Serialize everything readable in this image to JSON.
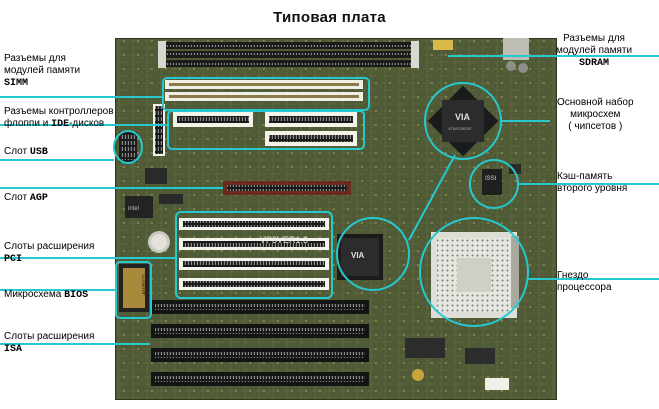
{
  "title": "Типовая плата",
  "callout_color": "#25c9cf",
  "board_color": "#4a5533",
  "labels": {
    "simm": {
      "line1": "Разъемы для",
      "line2": "модулей памяти",
      "line3": "SIMM"
    },
    "ide": {
      "line1": "Разъемы контроллеров",
      "line2a": "флоппи и ",
      "line2b": "IDE",
      "line2c": "-дисков"
    },
    "usb": {
      "text": "Слот ",
      "bold": "USB"
    },
    "agp": {
      "text": "Слот ",
      "bold": "AGP"
    },
    "pci": {
      "line1": "Слоты расширения",
      "line2": "PCI"
    },
    "bios": {
      "text": "Микросхема ",
      "bold": "BIOS"
    },
    "isa": {
      "line1": "Слоты расширения",
      "line2": "ISA"
    },
    "sdram": {
      "line1": "Разъемы для",
      "line2": "модулей памяти",
      "line3": "SDRAM"
    },
    "chipset": {
      "line1": "Основной набор",
      "line2": "микросхем",
      "line3": "( чипсетов )"
    },
    "cache": {
      "line1": "Кэш-память",
      "line2": "второго уровня"
    },
    "socket": {
      "line1": "Гнездо",
      "line2": "процессора"
    }
  },
  "board": {
    "silkscreen": "VP3VER1.3"
  }
}
